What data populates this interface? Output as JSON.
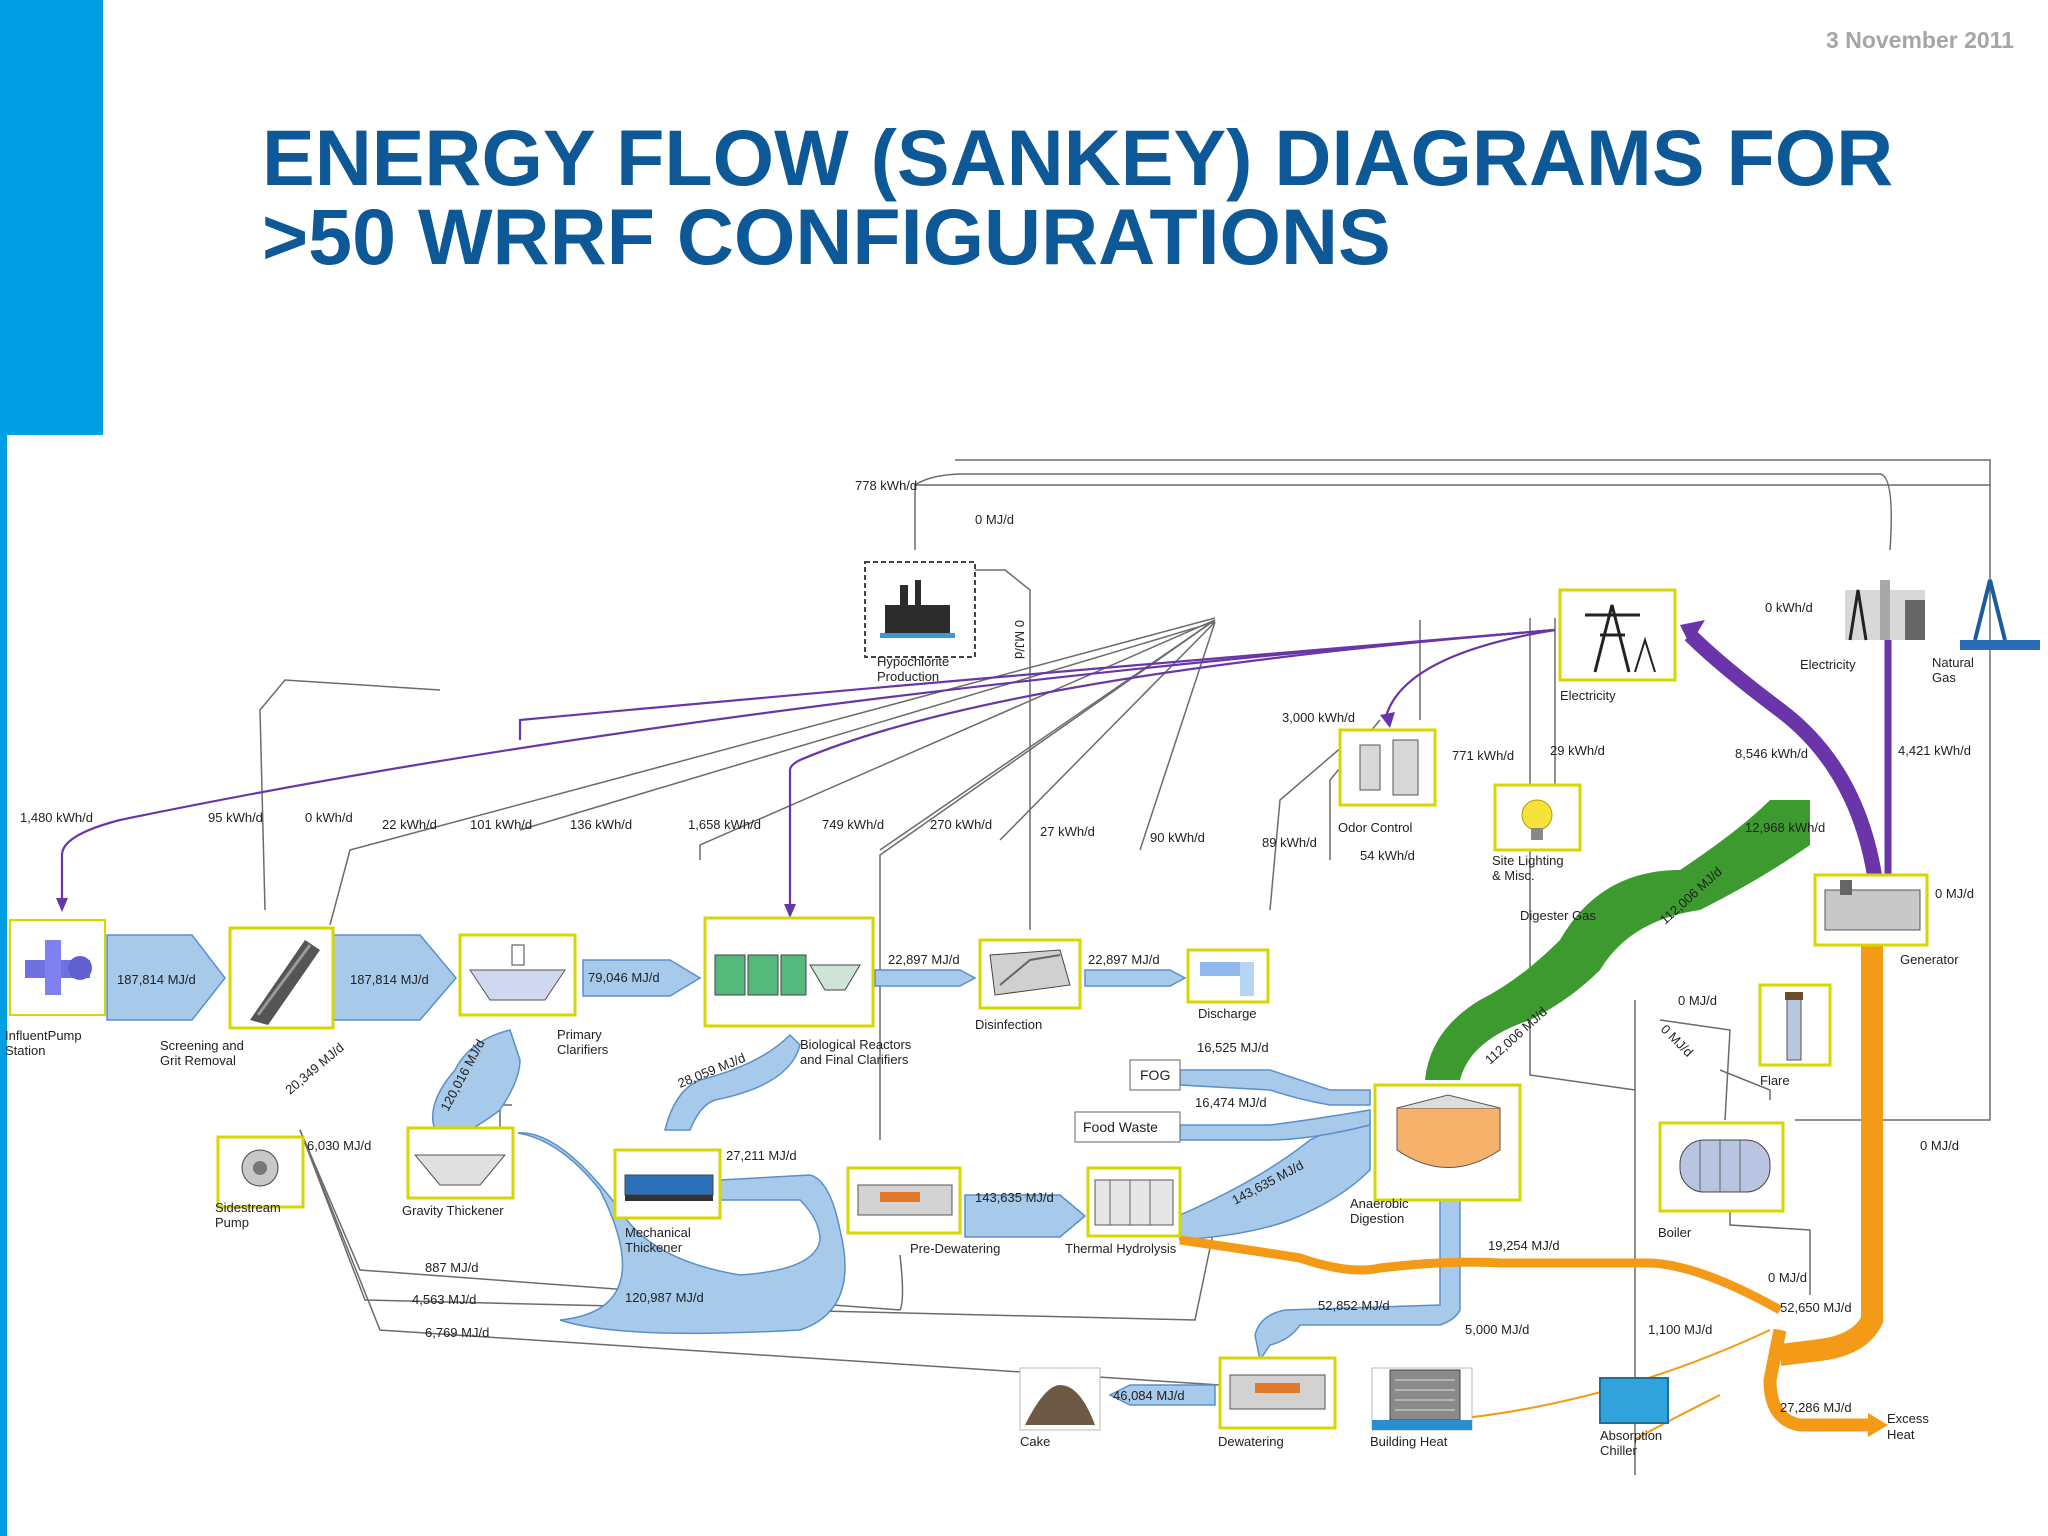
{
  "header": {
    "date": "3 November 2011",
    "title_line1": "ENERGY FLOW (SANKEY) DIAGRAMS FOR",
    "title_line2": ">50 WRRF CONFIGURATIONS"
  },
  "colors": {
    "accent_bar": "#009fe3",
    "title": "#0d5896",
    "water_flow": "#a7c9ea",
    "electricity_flow": "#6a35a8",
    "gas_flow": "#3c9a2e",
    "heat_flow": "#f39a16"
  },
  "nodes": {
    "influent_pump": [
      "InfluentPump",
      "Station"
    ],
    "screening": [
      "Screening and",
      "Grit Removal"
    ],
    "primary_clarifiers": [
      "Primary",
      "Clarifiers"
    ],
    "bio_reactors": [
      "Biological Reactors",
      "and Final Clarifiers"
    ],
    "disinfection": "Disinfection",
    "discharge": "Discharge",
    "hypochlorite": [
      "Hypochlorite",
      "Production"
    ],
    "electricity_hub": "Electricity",
    "electricity_grid": "Electricity",
    "natural_gas": [
      "Natural",
      "Gas"
    ],
    "odor_control": "Odor Control",
    "site_lighting": [
      "Site Lighting",
      "& Misc."
    ],
    "generator": "Generator",
    "flare": "Flare",
    "boiler": "Boiler",
    "anaerobic_digestion": [
      "Anaerobic",
      "Digestion"
    ],
    "fog": "FOG",
    "food_waste": "Food Waste",
    "sidestream_pump": [
      "Sidestream",
      "Pump"
    ],
    "gravity_thickener": "Gravity Thickener",
    "mechanical_thickener": [
      "Mechanical",
      "Thickener"
    ],
    "pre_dewatering": "Pre-Dewatering",
    "thermal_hydrolysis": "Thermal Hydrolysis",
    "dewatering": "Dewatering",
    "cake": "Cake",
    "building_heat": "Building Heat",
    "absorption_chiller": [
      "Absorption",
      "Chiller"
    ],
    "excess_heat": [
      "Excess",
      "Heat"
    ],
    "digester_gas": "Digester Gas"
  },
  "flows": {
    "f_778": "778 kWh/d",
    "f_0mjd_top": "0 MJ/d",
    "f_0mjd_hypo": "0 MJ/d",
    "f_1480": "1,480 kWh/d",
    "f_95": "95 kWh/d",
    "f_0kwh": "0 kWh/d",
    "f_22": "22 kWh/d",
    "f_101": "101 kWh/d",
    "f_136": "136 kWh/d",
    "f_1658": "1,658 kWh/d",
    "f_749": "749 kWh/d",
    "f_270": "270 kWh/d",
    "f_27": "27 kWh/d",
    "f_90": "90 kWh/d",
    "f_89": "89 kWh/d",
    "f_3000": "3,000 kWh/d",
    "f_771": "771 kWh/d",
    "f_29": "29 kWh/d",
    "f_54": "54 kWh/d",
    "f_8546": "8,546 kWh/d",
    "f_4421": "4,421 kWh/d",
    "f_12968": "12,968 kWh/d",
    "f_0kwh_grid": "0 kWh/d",
    "f_0mjd_gen": "0 MJ/d",
    "f_0mjd_flare": "0 MJ/d",
    "f_0mjd_flare2": "0 MJ/d",
    "f_0mjd_boiler": "0 MJ/d",
    "f_0mjd_heat": "0 MJ/d",
    "f_187814_a": "187,814 MJ/d",
    "f_187814_b": "187,814 MJ/d",
    "f_79046": "79,046 MJ/d",
    "f_22897_a": "22,897 MJ/d",
    "f_22897_b": "22,897 MJ/d",
    "f_120016": "120,016 MJ/d",
    "f_28059": "28,059 MJ/d",
    "f_20349": "20,349 MJ/d",
    "f_6030": "6,030 MJ/d",
    "f_27211": "27,211 MJ/d",
    "f_887": "887 MJ/d",
    "f_4563": "4,563 MJ/d",
    "f_6769": "6,769 MJ/d",
    "f_120987": "120,987 MJ/d",
    "f_143635_a": "143,635 MJ/d",
    "f_143635_b": "143,635 MJ/d",
    "f_16525": "16,525 MJ/d",
    "f_16474": "16,474 MJ/d",
    "f_112006_a": "112,006 MJ/d",
    "f_112006_b": "112,006 MJ/d",
    "f_19254": "19,254 MJ/d",
    "f_52852": "52,852 MJ/d",
    "f_46084": "46,084 MJ/d",
    "f_5000": "5,000 MJ/d",
    "f_1100": "1,100 MJ/d",
    "f_52650": "52,650 MJ/d",
    "f_27286": "27,286 MJ/d"
  }
}
